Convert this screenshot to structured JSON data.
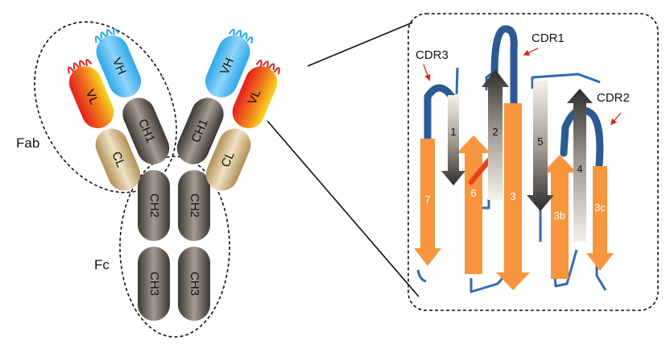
{
  "antibody": {
    "fab_label": "Fab",
    "fc_label": "Fc",
    "left_arm": {
      "vl": "VL",
      "vh": "VH",
      "cl": "CL",
      "ch1": "CH1"
    },
    "right_arm": {
      "vh": "VH",
      "vl": "VL",
      "ch1": "CH1",
      "cl": "CL"
    },
    "fc": {
      "ch2_left": "CH2",
      "ch2_right": "CH2",
      "ch3_left": "CH3",
      "ch3_right": "CH3"
    }
  },
  "domain_detail": {
    "cdr_labels": {
      "cdr1": "CDR1",
      "cdr2": "CDR2",
      "cdr3": "CDR3"
    },
    "strands": {
      "s1": "1",
      "s2": "2",
      "s3": "3",
      "s3b": "3b",
      "s3c": "3c",
      "s4": "4",
      "s5": "5",
      "s6": "6",
      "s7": "7"
    }
  },
  "colors": {
    "vl_red": "#e8301f",
    "vl_yellow": "#f8cf1e",
    "vh_blue": "#3fb3ee",
    "constant_dark": "#3e3a37",
    "light_const": "#cdb07a",
    "strand_orange": "#f7963e",
    "loop_blue": "#2f5f9a",
    "strand_grey": "#3a3a3a"
  }
}
